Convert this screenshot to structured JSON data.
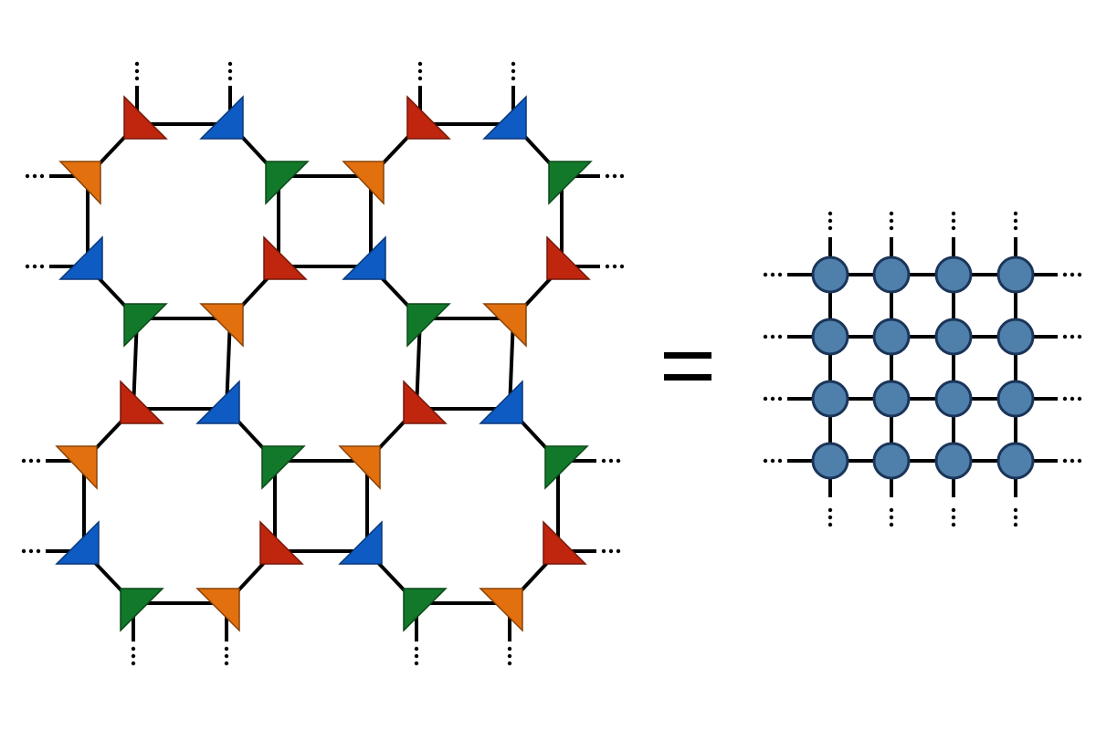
{
  "figure": {
    "left_network": {
      "description_name": "square-octagon-lattice",
      "tensor_colors": {
        "red": "#C0260E",
        "blue": "#0F5BC4",
        "green": "#12782A",
        "orange": "#E2700F"
      },
      "unit_cells": 4,
      "tensors_per_cell": 8
    },
    "relation_symbol": "=",
    "right_network": {
      "description_name": "square-lattice-peps",
      "rows": 4,
      "cols": 4,
      "node_fill": "#4F7FAB",
      "node_stroke": "#1B3559"
    }
  }
}
